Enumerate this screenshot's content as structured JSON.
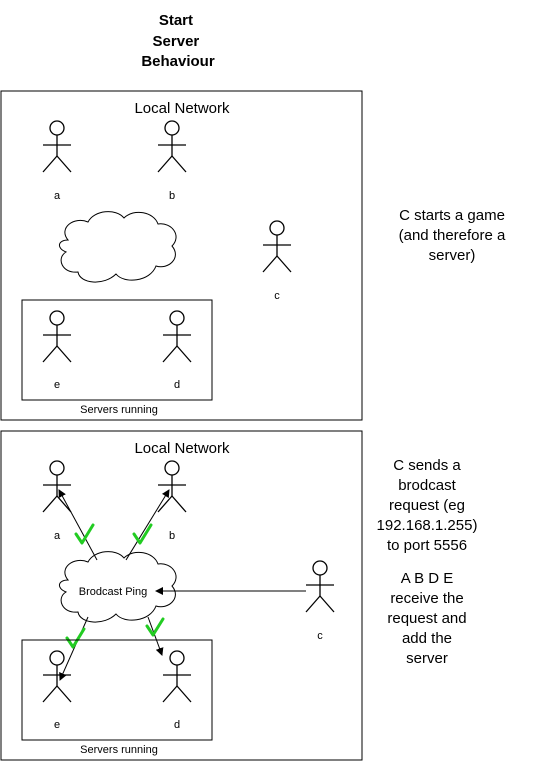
{
  "title": [
    "Start",
    "Server",
    "Behaviour"
  ],
  "panel1": {
    "network_label": "Local Network",
    "actors": {
      "a": "a",
      "b": "b",
      "c": "c",
      "e": "e",
      "d": "d"
    },
    "servers_label": "Servers running"
  },
  "panel2": {
    "network_label": "Local Network",
    "cloud_label": "Brodcast Ping",
    "actors": {
      "a": "a",
      "b": "b",
      "c": "c",
      "e": "e",
      "d": "d"
    },
    "servers_label": "Servers running"
  },
  "notes": {
    "step1": [
      "C starts a game",
      "(and therefore a",
      "server)"
    ],
    "step2_send": [
      "C sends a",
      "brodcast",
      "request (eg",
      "192.168.1.255)",
      "to port 5556"
    ],
    "step2_receive": [
      "A B D E",
      "receive the",
      "request and",
      "add the",
      "server"
    ]
  },
  "colors": {
    "stroke": "#000000",
    "check": "#22cc22",
    "background": "#ffffff"
  },
  "icons": {
    "actor": "stick-figure-icon",
    "cloud": "cloud-icon",
    "check": "checkmark-icon"
  }
}
